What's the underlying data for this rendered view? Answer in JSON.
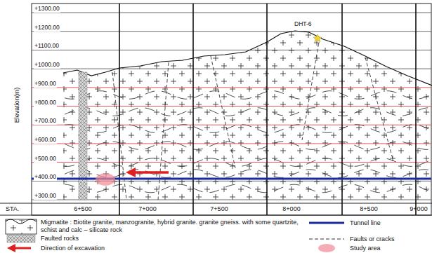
{
  "diagram": {
    "labels": [
      "+1300.00",
      "+1200.00",
      "+1100.00",
      "+1000.00",
      "+900.00",
      "+800.00",
      "+700.00",
      "+600.00",
      "+500.00",
      "+400.00",
      "+300.00",
      "Elevation(m)",
      "DHT-6",
      "STA.",
      "6+500",
      "7+000",
      "7+500",
      "8+000",
      "8+500",
      "9+000"
    ],
    "legend": [
      {
        "text": "Migmatite : Biotite granite, manzogranite, hybrid granite. granite gneiss. with some quartzite, schist and calc – silicate rock"
      },
      {
        "text": "Tunnel line"
      },
      {
        "text": "Faulted rocks"
      },
      {
        "text": "Faults or cracks"
      },
      {
        "text": "Direction of excavation"
      },
      {
        "text": "Study area"
      }
    ]
  }
}
